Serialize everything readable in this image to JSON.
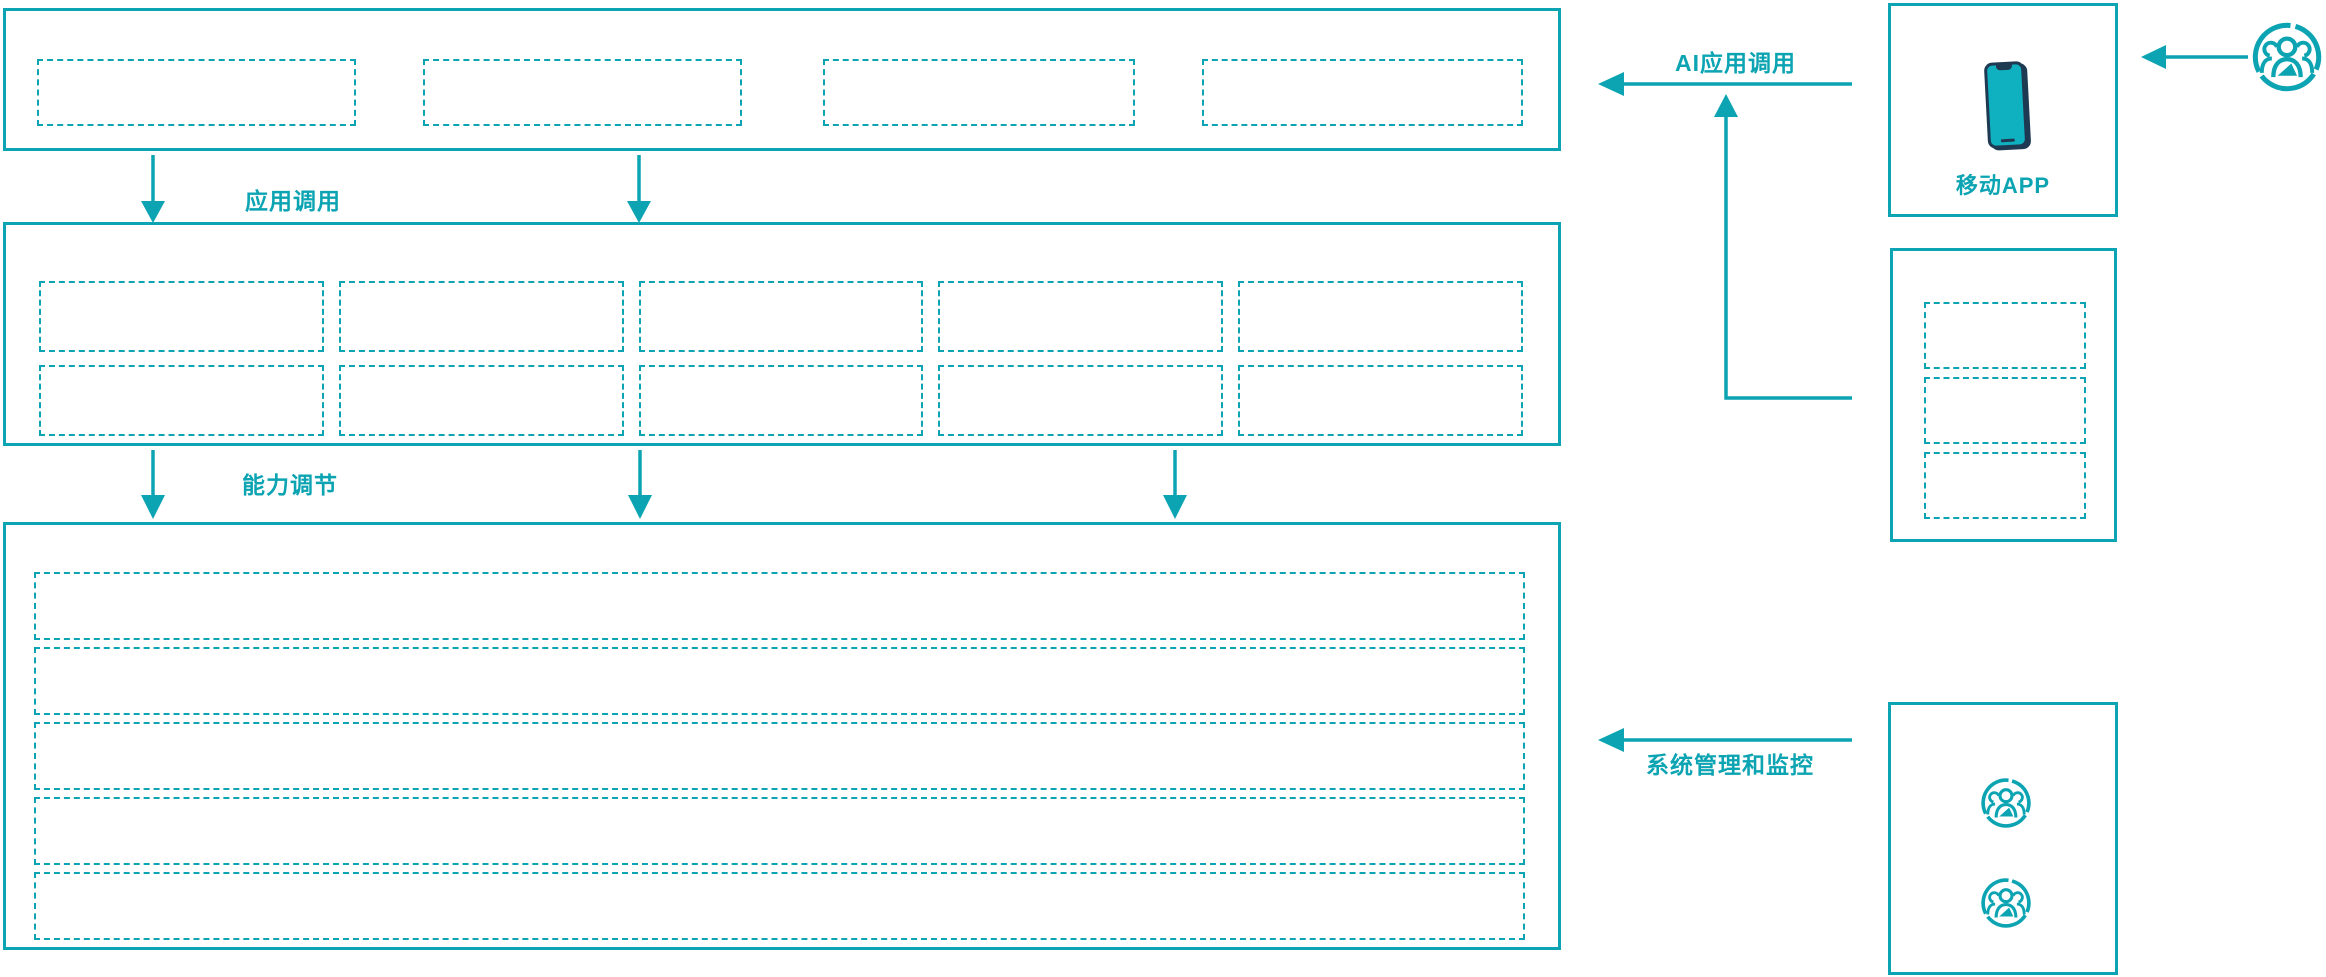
{
  "colors": {
    "accent": "#0ca4b2",
    "phone_screen": "#0fb0c0",
    "phone_frame": "#1e3a52"
  },
  "labels": {
    "app_call": "应用调用",
    "capability_tune": "能力调节",
    "ai_app_call": "AI应用调用",
    "system_monitor": "系统管理和监控",
    "mobile_app": "移动APP"
  },
  "structure": {
    "top_box_placeholders": 4,
    "middle_box_rows": 2,
    "middle_box_columns": 5,
    "bottom_box_rows": 5,
    "service_box_placeholders": 3,
    "admin_box_user_icons": 2,
    "end_user_icons": 1
  }
}
